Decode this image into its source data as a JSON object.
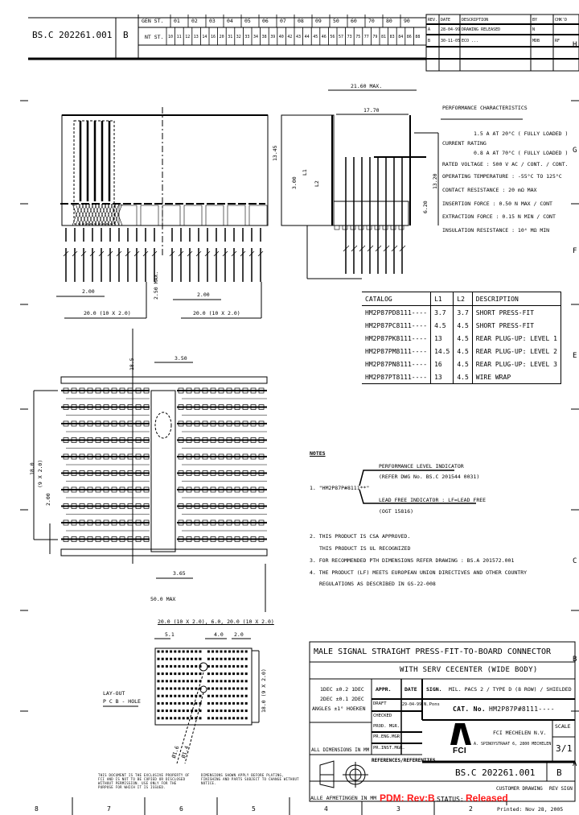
{
  "header": {
    "doc_number": "BS.C 202261.001",
    "revision": "B",
    "gen_st_label": "GEN ST.",
    "gen_st_columns": [
      "01",
      "02",
      "03",
      "04",
      "05",
      "06",
      "07",
      "08",
      "09",
      "50",
      "60",
      "70",
      "80",
      "90"
    ],
    "nt_st_label": "NT ST.",
    "nt_st_cells": [
      "10",
      "11",
      "12",
      "13",
      "14",
      "16",
      "20",
      "31",
      "32",
      "33",
      "34",
      "38",
      "39",
      "40",
      "42",
      "43",
      "44",
      "45",
      "46",
      "56",
      "57",
      "73",
      "75",
      "77",
      "79",
      "81",
      "83",
      "84",
      "86",
      "88"
    ]
  },
  "revision_table": {
    "headers": [
      "REV.",
      "DATE",
      "DESCRIPTION",
      "BY",
      "CHK'D"
    ],
    "rows": [
      [
        "A",
        "28-04-99",
        "DRAWING RELEASED",
        "N",
        ""
      ],
      [
        "B",
        "30-11-05",
        "ECO ...",
        "MDB",
        "RF"
      ]
    ]
  },
  "border": {
    "row_letters": [
      "H",
      "G",
      "F",
      "E",
      "C",
      "B",
      "A"
    ],
    "column_numbers": [
      "8",
      "7",
      "6",
      "5",
      "4",
      "3",
      "2"
    ]
  },
  "dimensions": {
    "side_width": "21.60 MAX.",
    "side_inner": "17.70",
    "height_total": "13.45",
    "height_300": "3.00",
    "l1": "L1",
    "l2": "L2",
    "dim_620": "6.20",
    "dim_1320": "13.20",
    "pitch_left": "2.00",
    "pitch_right": "2.00",
    "max_250": "2.50 MAX.",
    "span_left": "20.0 (10 X 2.0)",
    "span_right": "20.0 (10 X 2.0)",
    "dim_185": "18.5",
    "dim_350": "3.50",
    "dim_365": "3.65",
    "width_500": "50.0 MAX",
    "height_180": "18.0",
    "height_180_sub": "(9 X 2.0)",
    "row_pitch": "2.00",
    "pcb_span": "20.0 (10 X 2.0), 6.0, 20.0 (10 X 2.0)",
    "pcb_51": "5.1",
    "pcb_40": "4.0",
    "pcb_20": "2.0",
    "pcb_height": "18.0 (9 X 2.0)",
    "pcb_hole_1": "Ø1.6",
    "pcb_hole_2": "Ø1.4"
  },
  "layout_label": {
    "line1": "LAY-OUT",
    "line2": "P C B - HOLE"
  },
  "performance": {
    "title": "PERFORMANCE CHARACTERISTICS",
    "lines": [
      "1.5 A AT 20°C ( FULLY LOADED )",
      "CURRENT RATING",
      "0.8 A AT 70°C ( FULLY LOADED )",
      "RATED VOLTAGE : 500 V AC / CONT. / CONT.",
      "OPERATING TEMPERATURE : -55°C TO 125°C",
      "CONTACT RESISTANCE : 20 mΩ MAX",
      "INSERTION FORCE : 0.50 N MAX / CONT",
      "EXTRACTION FORCE : 0.15 N MIN / CONT",
      "INSULATION RESISTANCE : 10⁴ MΩ MIN"
    ]
  },
  "catalog": {
    "headers": [
      "CATALOG",
      "L1",
      "L2",
      "DESCRIPTION"
    ],
    "rows": [
      [
        "HM2P87PD8111----",
        "3.7",
        "3.7",
        "SHORT PRESS-FIT"
      ],
      [
        "HM2P87PC8111----",
        "4.5",
        "4.5",
        "SHORT PRESS-FIT"
      ],
      [
        "HM2P87PK8111----",
        "13",
        "4.5",
        "REAR PLUG-UP: LEVEL 1"
      ],
      [
        "HM2P87PM8111----",
        "14.5",
        "4.5",
        "REAR PLUG-UP: LEVEL 2"
      ],
      [
        "HM2P87PN8111----",
        "16",
        "4.5",
        "REAR PLUG-UP: LEVEL 3"
      ],
      [
        "HM2P87PT8111----",
        "13",
        "4.5",
        "WIRE WRAP"
      ]
    ]
  },
  "notes": {
    "title": "NOTES",
    "n1_label": "1. \"HM2P87P#8111**\"",
    "n1_perf": "PERFORMANCE LEVEL INDICATOR",
    "n1_perf_ref": "(REFER DWG No. BS.C 201544 0031)",
    "n1_lead": "LEAD FREE INDICATOR : LF=LEAD FREE",
    "n1_lead_ref": "(OGT 15816)",
    "n2a": "2. THIS PRODUCT IS CSA APPROVED.",
    "n2b": "THIS PRODUCT IS UL RECOGNIZED",
    "n3": "3. FOR RECOMMENDED PTH DIMENSIONS REFER DRAWING : BS.A 201572.001",
    "n4a": "4. THE PRODUCT (LF) MEETS EUROPEAN UNION DIRECTIVES AND OTHER COUNTRY",
    "n4b": "REGULATIONS AS DESCRIBED IN GS-22-008"
  },
  "title_block": {
    "title1": "MALE SIGNAL STRAIGHT PRESS-FIT-TO-BOARD CONNECTOR",
    "title2": "WITH SERV CECENTER (WIDE BODY)",
    "tol1": "1DEC ±0.2 1DEC",
    "tol2": "2DEC ±0.1 2DEC",
    "tol3": "ANGLES ±1° HOEKEN",
    "appr": "APPR.",
    "date": "DATE",
    "sign": "SIGN.",
    "spec": "MIL. PACS 2 / TYPE D (8 ROW) / SHIELDED",
    "rows": [
      "DRAFT",
      "CHECKED",
      "PROD. MGR.",
      "PR.ENG.MGR.",
      "PR.INST.MGR."
    ],
    "draft_date": "29-04-99",
    "draft_sign": "N.Pons",
    "cat_label": "CAT. No.",
    "cat_value": "HM2P87P#8111----",
    "company": "FCI MECHELEN N.V.",
    "address": "A. SPINOYSTRAAT 6, 2800 MECHELEN",
    "logo_text": "FCI",
    "scale_label": "SCALE",
    "scale_value": "3/1",
    "refs": "REFERENCES/REFERENTIES",
    "all_dims": "ALL DIMENSIONS IN MM",
    "all_dims_nl": "ALLE AFMETINGEN IN MM",
    "doc_number": "BS.C 202261.001",
    "revision": "B",
    "customer": "CUSTOMER DRAWING",
    "rev_sign": "REV SIGN",
    "disclaimer_a": "THIS DOCUMENT IS THE EXCLUSIVE PROPERTY OF FCI AND IS NOT TO BE COPIED OR DISCLOSED WITHOUT PERMISSION. USE ONLY FOR THE PURPOSE FOR WHICH IT IS ISSUED.",
    "disclaimer_b": "DIMENSIONS SHOWN APPLY BEFORE PLATING, FINISHING AND PARTS SUBJECT TO CHANGE WITHOUT NOTICE."
  },
  "pdm": {
    "rev": "PDM: Rev:B",
    "status_label": "STATUS:",
    "status": "Released",
    "printed": "Printed: Nov 28, 2005",
    "color": "#ff1a1a"
  }
}
